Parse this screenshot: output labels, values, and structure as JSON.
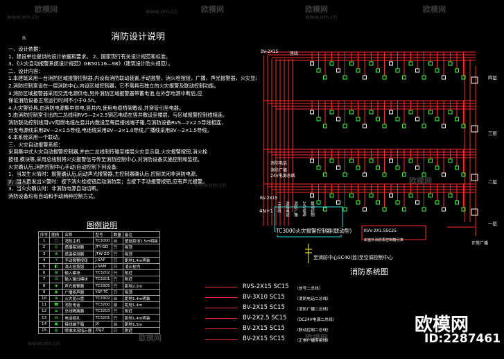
{
  "watermark": {
    "brand": "欧模网",
    "url": "www.om.cn"
  },
  "document": {
    "title": "消防设计说明",
    "page_marker": "n",
    "notes": [
      "一、设计依据：",
      "1、建设单位提供的设计依据和要求。        2、国家现行有关设计规范和标准。",
      "3、《火灾自动报警系统设计规范》GB50116—98》（建筑设计防火规范）。",
      "二、设计内容：",
      "1.本建筑采用一台消防区域报警控制器,内设有消防联动装置,手动报警、消火栓按钮，广播，声光报警器，火灾显示盘等。",
      "2.消防控制室设在一层消防中心,内设区域控制器，它不需具有独立的火灾报警及联动控制功能。",
      "3.消防区域报警器采用交流电源供电,另外消防区域报警器带蓄电池,在外部电源中断后,应",
      "保证消防设备正常运行时间不小于0.5h。",
      "4.火灾警铃具,由消防电源集中供电,竖井内,使用电缆桥架敷设,并穿管引至电器。",
      "5.由消防控制室引出的二总线用RVS—2×2.5铜芯电缆在竖井敷设至楼层，与区域报警控制线相连。",
      "消防联动控制线用VV阻燃电缆在竖井内敷设至每层接线端子箱,与消防设备RVS—2×2.5导线相连，",
      "分支电源线采用BV—2×1.5导线,电话线采用BV—3×1.0导线,广播线采用BV—2×1.5导线。",
      "6.本系统采用一个联动。",
      "三、火灾自动报警系统：",
      "    采用集中式火灾自动报警控制器,并由二总线制传输至楼层火灾显示盘,火灾报警按钮,消火栓",
      "按钮,模块等,采用总线制将火灾报警信号传至消防控制中心,对消防设备实施控制和监视。",
      "火灾确认后,消防控制中心手动/自动控制下列设备:",
      "   1、当发生火情时：报警确认后,启动声光报警器,主控制器确认后,控制关闭非消防电源,",
      "   2、当人员发出火警时：按下消火栓按钮启动消防泵；当按下手动报警按钮,应有声光报警。",
      "   3、当火灾确认时：非消防电源自动切断。",
      "消防设备均有自动和手动两种控制方式。"
    ],
    "legend": {
      "title": "图例说明",
      "columns": [
        "序号",
        "图例",
        "名称",
        "型号",
        "数量",
        "备注"
      ],
      "rows": [
        [
          "1",
          "□",
          "消防主机",
          "TC3000",
          "台",
          "壁挂距地1.5m明装"
        ],
        [
          "2",
          "◎",
          "感烟探测器",
          "JTY-GD",
          "只",
          "吸顶"
        ],
        [
          "3",
          "⊕",
          "感温探测器",
          "JTW-ZD",
          "只",
          "吸顶"
        ],
        [
          "4",
          "Y",
          "手动报警按钮",
          "J-SAP",
          "只",
          "距地1.4m明装"
        ],
        [
          "5",
          "◧",
          "消火栓按钮",
          "J-SAM",
          "只",
          "消火栓内"
        ],
        [
          "6",
          "⊠",
          "输入模块",
          "TC3202",
          "只",
          "附近"
        ],
        [
          "7",
          "⊡",
          "输入输出模块",
          "TC3201",
          "只",
          "附近"
        ],
        [
          "8",
          "◈",
          "声光报警器",
          "TC3305",
          "只",
          "距地2.2m"
        ],
        [
          "9",
          "◉",
          "广播扬声器",
          "YSF-TC",
          "只",
          "吸顶"
        ],
        [
          "10",
          "⊞",
          "火灾显示盘",
          "TC3302",
          "台",
          "距地1.4m明装"
        ],
        [
          "11",
          "☎",
          "消防电话",
          "TC3200",
          "部",
          "距地1.4m"
        ],
        [
          "12",
          "⧈",
          "总线隔离器",
          "TC3203",
          "只",
          "附近"
        ],
        [
          "13",
          "⊟",
          "电话插孔",
          "TC3201",
          "只",
          "距地1.4m明装"
        ],
        [
          "14",
          "▣",
          "接线端子箱",
          "JX",
          "台",
          "距地1.5m"
        ],
        [
          "15",
          "◍",
          "喷淋水流指示器",
          "ZSJZ",
          "只",
          "附近"
        ]
      ]
    }
  },
  "diagram": {
    "title": "消防系统图",
    "cable_top": "BV-2X15",
    "cable_top_right": "竖线",
    "controller_label": "TC3000火灾报警控制器(联动型)",
    "controller_note": "4N+1",
    "incoming_label": "至消防中心SC40(监)至空调控制中心",
    "bottom_label": "BV-2X15",
    "floors": [
      "四层",
      "三层",
      "二层",
      "一层"
    ],
    "side_labels": [
      "消防电话",
      "24V电源总线",
      "消防广播"
    ],
    "box_labels": [
      "KVV-2X1.5SC25",
      "由室外消防泵控制箱引来"
    ],
    "right_label": "正常广播",
    "column_labels": [
      "二总线",
      "消防电话",
      "消防广播",
      "24V电源",
      "联动控制"
    ]
  },
  "cable_legend": [
    {
      "spec": "RVS-2X15  SC15",
      "note": "（信号二总线）"
    },
    {
      "spec": "BV-3X10  SC15",
      "note": "（消防电话二总线）"
    },
    {
      "spec": "BV-2X15  SC15",
      "note": "（消防广播二总线）"
    },
    {
      "spec": "BV-2X2.5  SC15",
      "note": "（DC24V电源二总线）"
    },
    {
      "spec": "BV-2X15  SC15",
      "note": "（联动控制二总线）"
    },
    {
      "spec": "BV-2X15  SC15",
      "note": "（正常广播专用线）"
    }
  ],
  "brand_overlay": {
    "name": "欧模网",
    "id": "ID:2287461"
  },
  "colors": {
    "background": "#000000",
    "red_line": "#ff2a2a",
    "green_symbol": "#3cff3c",
    "cyan_box": "#27e0e0",
    "yellow": "#ffff33"
  }
}
